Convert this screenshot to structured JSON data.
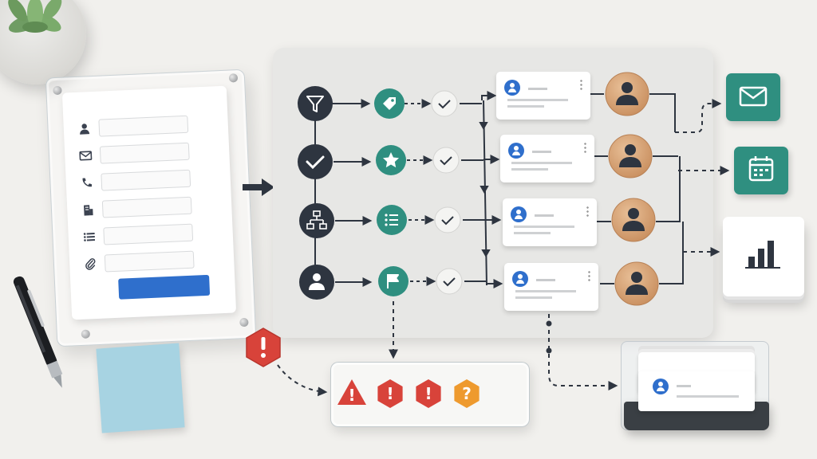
{
  "colors": {
    "background": "#f1f0ed",
    "panel": "#e7e7e5",
    "dark_node": "#2e3540",
    "teal_node": "#2f8f80",
    "check_node": "#f2f2f0",
    "avatar_wood": "#d7a57a",
    "email_tile": "#2f8f80",
    "calendar_tile": "#2f8f80",
    "accent_blue": "#2f6fcc",
    "warning_red": "#d8433a",
    "warning_orange": "#ee9a2e",
    "sticky_note": "#a7d3e2"
  },
  "form": {
    "icons": [
      "person-icon",
      "envelope-icon",
      "phone-icon",
      "building-icon",
      "list-icon",
      "paperclip-icon"
    ]
  },
  "workflow": {
    "rows": [
      {
        "dark_icon": "filter-icon",
        "teal_icon": "tag-icon",
        "status_icon": "checkmark-icon"
      },
      {
        "dark_icon": "checkmark-icon",
        "teal_icon": "star-icon",
        "status_icon": "checkmark-icon"
      },
      {
        "dark_icon": "hierarchy-icon",
        "teal_icon": "list-icon",
        "status_icon": "checkmark-icon"
      },
      {
        "dark_icon": "user-icon",
        "teal_icon": "flag-icon",
        "status_icon": "checkmark-icon"
      }
    ]
  },
  "outputs": [
    "email-icon",
    "calendar-icon",
    "bar-chart-icon"
  ],
  "alerts": {
    "source": "exclamation-icon",
    "tray": [
      {
        "shape": "triangle",
        "glyph": "!",
        "color": "#d8433a"
      },
      {
        "shape": "hexagon",
        "glyph": "!",
        "color": "#d8433a"
      },
      {
        "shape": "hexagon",
        "glyph": "!",
        "color": "#d8433a"
      },
      {
        "shape": "hexagon",
        "glyph": "?",
        "color": "#ee9a2e"
      }
    ]
  }
}
